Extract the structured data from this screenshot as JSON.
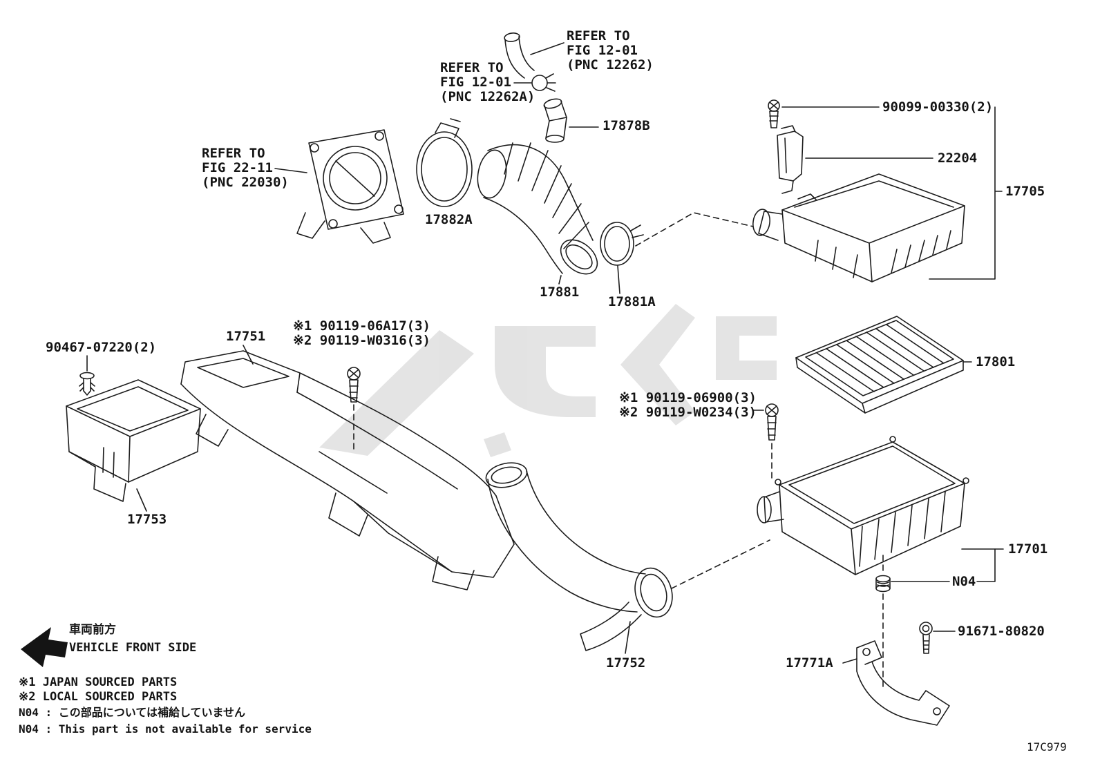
{
  "figure": {
    "code": "17C979"
  },
  "callouts": {
    "ref_hose": "REFER TO\nFIG 12-01\n(PNC 12262)",
    "ref_clamp": "REFER TO\nFIG 12-01\n(PNC 12262A)",
    "ref_throttle": "REFER TO\nFIG 22-11\n(PNC 22030)",
    "p17878B": "17878B",
    "p17882A": "17882A",
    "p90099": "90099-00330(2)",
    "p22204": "22204",
    "p17705": "17705",
    "p17881": "17881",
    "p17881A": "17881A",
    "p17801": "17801",
    "screwA1": "※1 90119-06A17(3)",
    "screwA2": "※2 90119-W0316(3)",
    "screwB1": "※1 90119-06900(3)",
    "screwB2": "※2 90119-W0234(3)",
    "p17751": "17751",
    "p90467": "90467-07220(2)",
    "p17753": "17753",
    "p17701": "17701",
    "n04": "N04",
    "p91671": "91671-80820",
    "p17771A": "17771A",
    "p17752": "17752"
  },
  "footer": {
    "front_jp": "車両前方",
    "front_en": "VEHICLE FRONT SIDE",
    "legend_japan": "※1 JAPAN SOURCED PARTS",
    "legend_local": "※2 LOCAL SOURCED PARTS",
    "legend_n04_jp": "N04 : この部品については補給していません",
    "legend_n04_en": "N04 : This part is not available for service"
  }
}
